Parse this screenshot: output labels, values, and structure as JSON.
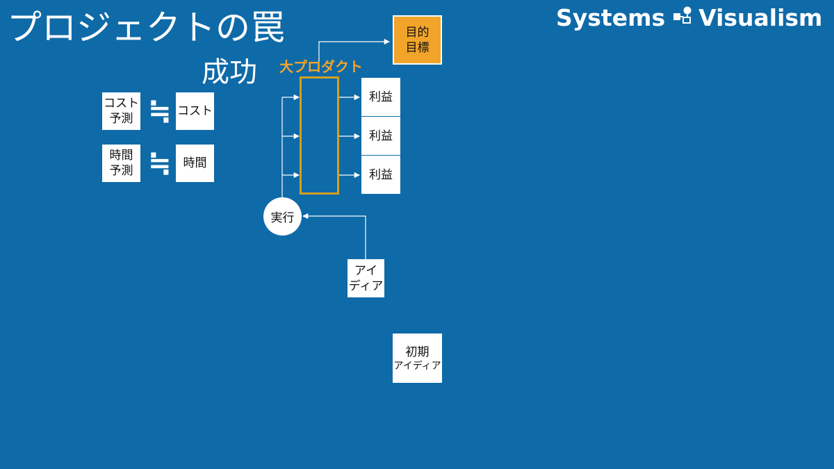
{
  "title": "プロジェクトの罠",
  "subtitle": "成功",
  "brand": {
    "left": "Systems",
    "right": "Visualism"
  },
  "estimates": {
    "cost_pred": [
      "コスト",
      "予測"
    ],
    "cost": "コスト",
    "time_pred": [
      "時間",
      "予測"
    ],
    "time": "時間",
    "approx_symbol": "≒"
  },
  "diagram": {
    "goal": [
      "目的",
      "目標"
    ],
    "product_label": "大プロダクト",
    "profits": [
      "利益",
      "利益",
      "利益"
    ],
    "execution": "実行",
    "idea": [
      "アイ",
      "ディア"
    ],
    "initial_idea": [
      "初期",
      "アイディア"
    ]
  },
  "colors": {
    "background": "#0f6aa8",
    "accent_orange": "#f2a42a",
    "product_border": "#d4a020",
    "box_fill": "#ffffff"
  }
}
